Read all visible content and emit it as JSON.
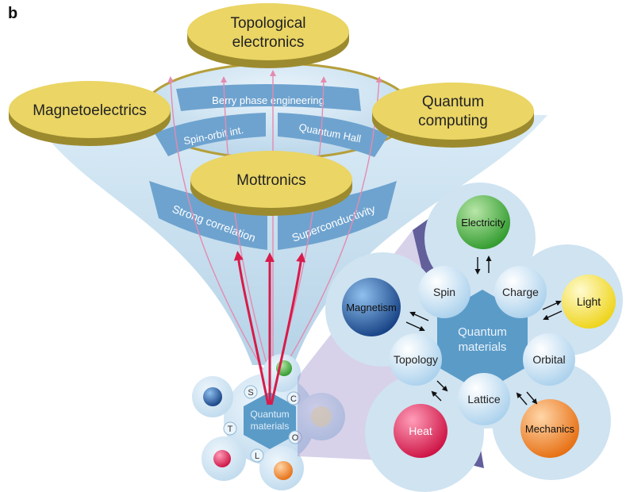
{
  "panel_label": "b",
  "platforms": {
    "top_line1": "Topological",
    "top_line2": "electronics",
    "left": "Magnetoelectrics",
    "right_line1": "Quantum",
    "right_line2": "computing",
    "center": "Mottronics"
  },
  "funnel_bands": {
    "berry": "Berry phase engineering",
    "spin_orbit": "Spin-orbit int.",
    "quantum_hall": "Quantum Hall",
    "strong_correlation": "Strong correlation",
    "superconductivity": "Superconductivity"
  },
  "small_cluster": {
    "center_line1": "Quantum",
    "center_line2": "materials",
    "letters": [
      "S",
      "C",
      "O",
      "L",
      "T"
    ]
  },
  "big_cluster": {
    "center_line1": "Quantum",
    "center_line2": "materials",
    "inner": [
      "Spin",
      "Charge",
      "Orbital",
      "Lattice",
      "Topology"
    ],
    "outer": [
      "Electricity",
      "Light",
      "Mechanics",
      "Heat",
      "Magnetism"
    ]
  },
  "colors": {
    "platform_top": "#ead565",
    "platform_side": "#9c8a2e",
    "band": "#6ea3cf",
    "red_arrow": "#d81b4a",
    "pink_arrow": "#e48bb0",
    "cluster_bg": "#cfe3f1",
    "hex_center": "#5b9bc8",
    "inner_bubble": "#d9ecf8",
    "electricity": "#3fae3c",
    "light": "#f3e11f",
    "mechanics": "#ee7d1c",
    "heat": "#d81b4e",
    "magnetism": "#1f5b9f"
  }
}
